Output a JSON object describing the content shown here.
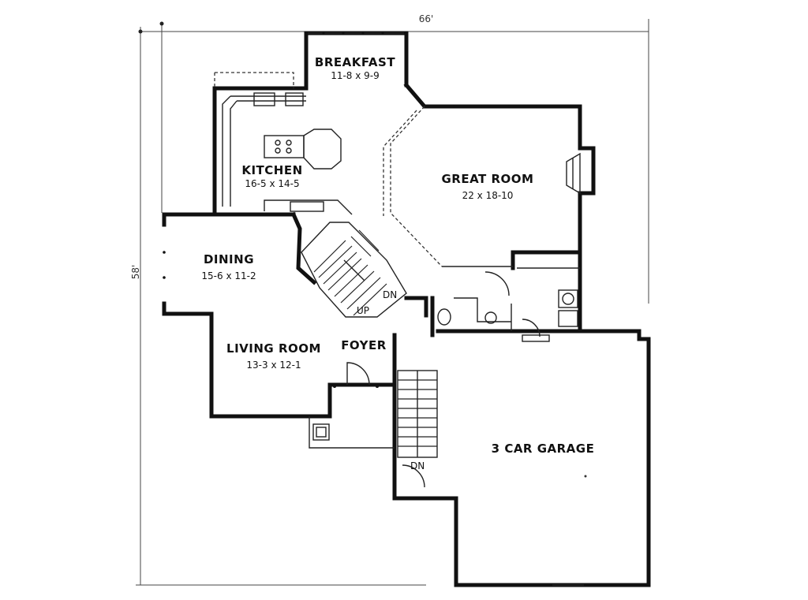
{
  "dimensions": {
    "width": "66'",
    "depth": "58'"
  },
  "rooms": {
    "breakfast": {
      "name": "BREAKFAST",
      "size": "11-8 x 9-9"
    },
    "kitchen": {
      "name": "KITCHEN",
      "size": "16-5 x 14-5"
    },
    "great_room": {
      "name": "GREAT ROOM",
      "size": "22 x 18-10"
    },
    "dining": {
      "name": "DINING",
      "size": "15-6 x 11-2"
    },
    "living_room": {
      "name": "LIVING ROOM",
      "size": "13-3 x 12-1"
    },
    "foyer": {
      "name": "FOYER"
    },
    "garage": {
      "name": "3 CAR GARAGE"
    }
  },
  "stair_labels": {
    "up": "UP",
    "dn_main": "DN",
    "dn_garage": "DN"
  }
}
